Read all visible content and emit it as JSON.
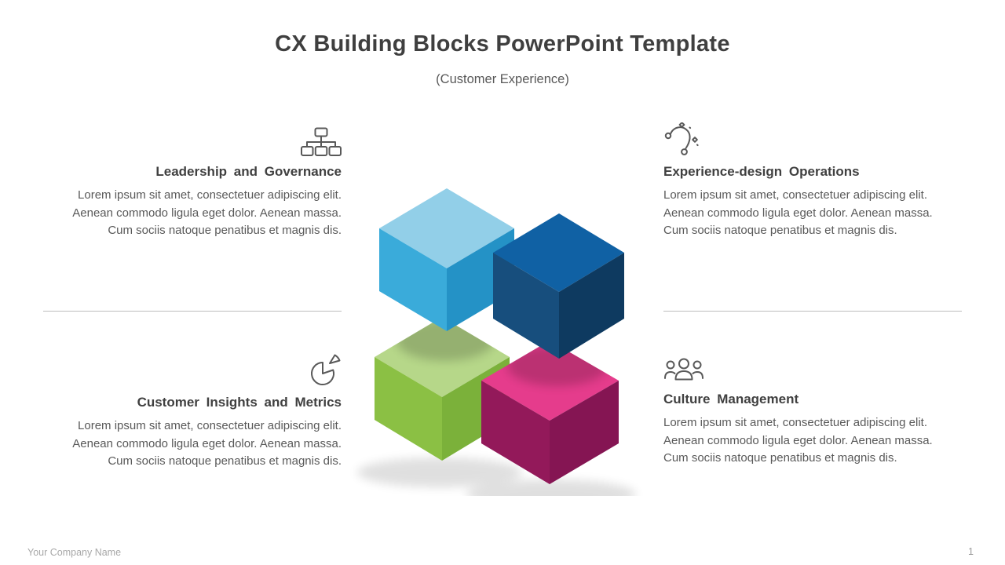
{
  "slide": {
    "title": "CX Building Blocks PowerPoint Template",
    "subtitle": "(Customer Experience)",
    "company_name": "Your Company Name",
    "page_number": "1"
  },
  "sections": [
    {
      "id": "leadership-governance",
      "title": "Leadership and Governance",
      "icon": "org-chart-icon",
      "align": "right",
      "body": "Lorem ipsum sit amet, consectetuer adipiscing elit. Aenean commodo ligula eget dolor. Aenean massa. Cum sociis natoque penatibus et magnis dis."
    },
    {
      "id": "experience-design-operations",
      "title": "Experience-design Operations",
      "icon": "bezier-curve-icon",
      "align": "left",
      "body": "Lorem ipsum sit amet, consectetuer adipiscing elit. Aenean commodo ligula eget dolor. Aenean massa. Cum sociis natoque penatibus et magnis dis."
    },
    {
      "id": "customer-insights-metrics",
      "title": "Customer Insights and Metrics",
      "icon": "pie-chart-icon",
      "align": "right",
      "body": "Lorem ipsum sit amet, consectetuer adipiscing elit. Aenean commodo ligula eget dolor. Aenean massa. Cum sociis natoque penatibus et magnis dis."
    },
    {
      "id": "culture-management",
      "title": "Culture Management",
      "icon": "people-group-icon",
      "align": "left",
      "body": "Lorem ipsum sit amet, consectetuer adipiscing elit. Aenean commodo ligula eget dolor. Aenean massa. Cum sociis natoque penatibus et magnis dis."
    }
  ],
  "colors": {
    "title_text": "#3f3f3f",
    "heading_text": "#404040",
    "body_text": "#595959",
    "icon_stroke": "#595959",
    "divider": "#bdbdbd",
    "footer_text": "#a8a8a8",
    "cube_light_blue": {
      "top": "#92cfe8",
      "left": "#3aabda",
      "right": "#2492c6"
    },
    "cube_dark_blue": {
      "top": "#1061a4",
      "left": "#174e7d",
      "right": "#0e3a60"
    },
    "cube_green": {
      "top": "#b6d789",
      "left": "#8bc044",
      "right": "#7bb13a"
    },
    "cube_magenta": {
      "top": "#e53c8c",
      "left": "#93195a",
      "right": "#851553"
    }
  }
}
